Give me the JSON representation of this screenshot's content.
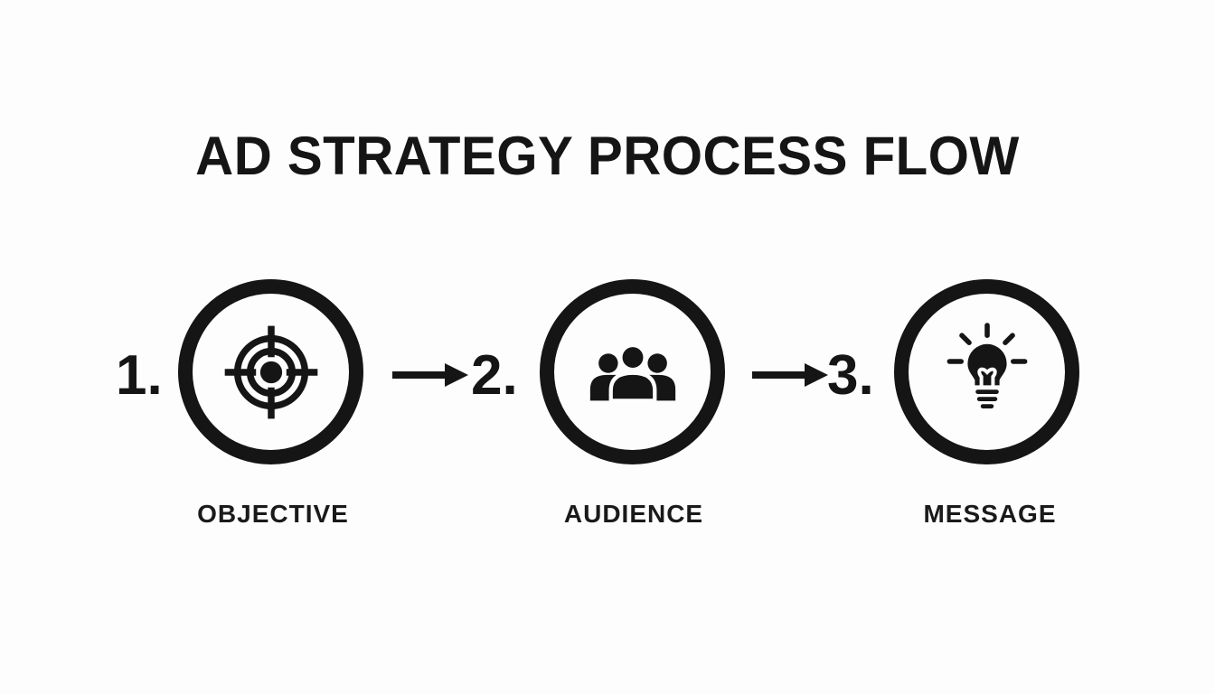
{
  "title": "AD STRATEGY PROCESS FLOW",
  "colors": {
    "ink": "#151515",
    "background": "#fdfdfd"
  },
  "steps": [
    {
      "number": "1.",
      "label": "OBJECTIVE",
      "icon": "target-icon"
    },
    {
      "number": "2.",
      "label": "AUDIENCE",
      "icon": "audience-icon"
    },
    {
      "number": "3.",
      "label": "MESSAGE",
      "icon": "lightbulb-icon"
    }
  ],
  "connectors": [
    {
      "icon": "arrow-right-icon"
    },
    {
      "icon": "arrow-right-icon"
    }
  ]
}
